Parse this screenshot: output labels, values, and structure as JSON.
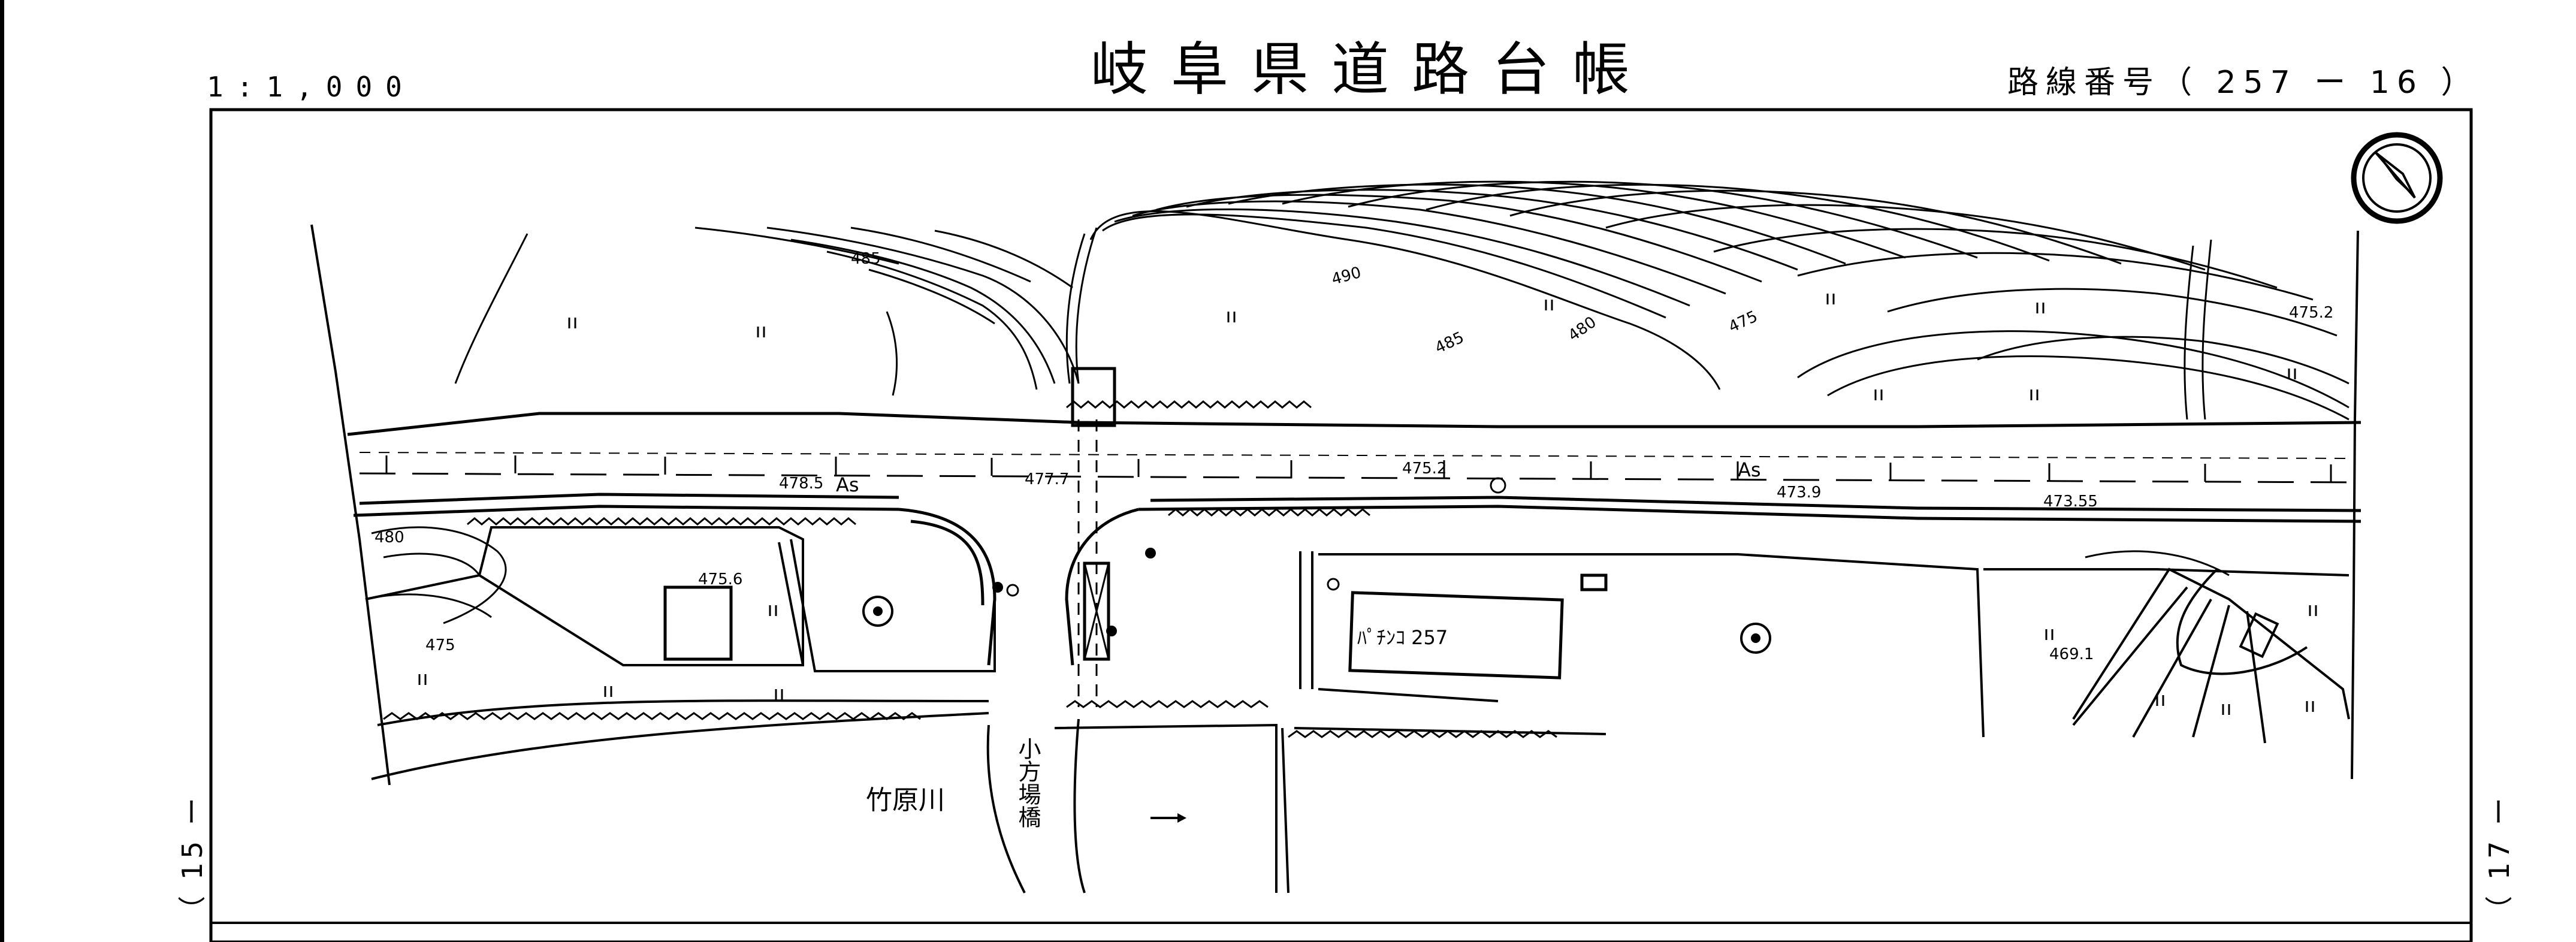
{
  "header": {
    "scale": "1:1,000",
    "title": "岐阜県道路台帳",
    "route_number": "路線番号（ 257 ー 16 ）"
  },
  "sheet_refs": {
    "left": "（ 15 ー",
    "right": "（ 17 ー"
  },
  "map": {
    "place_labels": {
      "river": "竹原川",
      "bridge": "小方場橋",
      "pachinko": "ﾊﾟﾁﾝｺ 257",
      "pavement_1": "As",
      "pavement_2": "As"
    },
    "elevations": {
      "e4785": "478.5",
      "e4777": "477.7",
      "e4752a": "475.2",
      "e4739": "473.9",
      "e47355": "473.55",
      "e4756": "475.6",
      "e4752b": "475.2",
      "e4691": "469.1",
      "e475": "475",
      "e480a": "480",
      "e480b": "480",
      "e485a": "485",
      "e485b": "485",
      "e490": "490",
      "e475b": "475"
    },
    "icons": {
      "north_arrow": "north-arrow-icon",
      "flow_arrow": "flow-direction-arrow"
    }
  }
}
